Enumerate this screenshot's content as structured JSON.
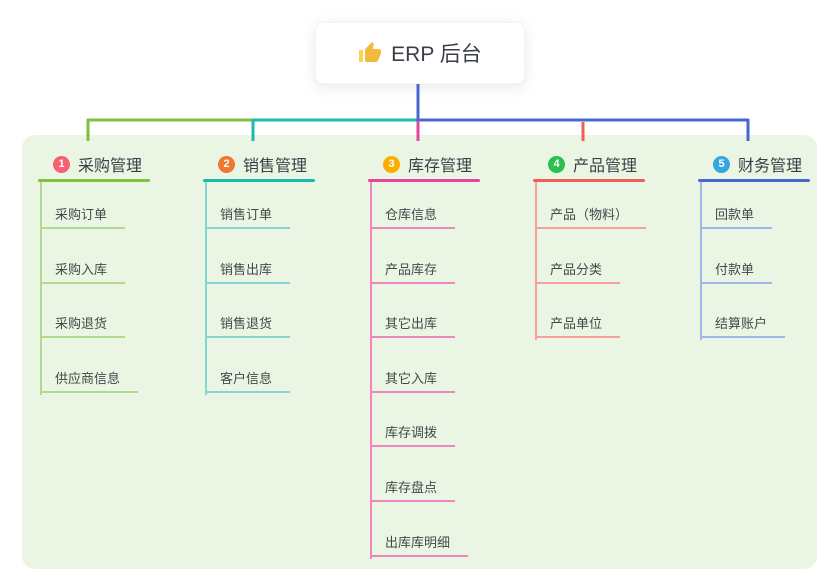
{
  "root": {
    "title": "ERP 后台",
    "icon": "thumbs-up-icon"
  },
  "colors": {
    "panel_bg": "#eaf6e3",
    "root_connector": "#4a67cf",
    "card_bg": "#ffffff",
    "title_text": "#3a3f47",
    "child_text": "#45474a",
    "thumb_gold": "#f3b93c",
    "thumb_gold_light": "#f9d45c"
  },
  "branches": [
    {
      "badge": "1",
      "badge_color": "#f85f70",
      "line_color": "#82c043",
      "line_light": "#b2d98d",
      "label": "采购管理",
      "children": [
        "采购订单",
        "采购入库",
        "采购退货",
        "供应商信息"
      ]
    },
    {
      "badge": "2",
      "badge_color": "#f0772e",
      "line_color": "#1db8b0",
      "line_light": "#82d8d0",
      "label": "销售管理",
      "children": [
        "销售订单",
        "销售出库",
        "销售退货",
        "客户信息"
      ]
    },
    {
      "badge": "3",
      "badge_color": "#fcad02",
      "line_color": "#e2479c",
      "line_light": "#ee86c0",
      "label": "库存管理",
      "children": [
        "仓库信息",
        "产品库存",
        "其它出库",
        "其它入库",
        "库存调拨",
        "库存盘点",
        "出库库明细"
      ]
    },
    {
      "badge": "4",
      "badge_color": "#2cbe4e",
      "line_color": "#f25c5a",
      "line_light": "#f7a19f",
      "label": "产品管理",
      "children": [
        "产品（物料）",
        "产品分类",
        "产品单位"
      ]
    },
    {
      "badge": "5",
      "badge_color": "#36a6e0",
      "line_color": "#4a67cf",
      "line_light": "#a2b6e8",
      "label": "财务管理",
      "children": [
        "回款单",
        "付款单",
        "结算账户"
      ]
    }
  ]
}
